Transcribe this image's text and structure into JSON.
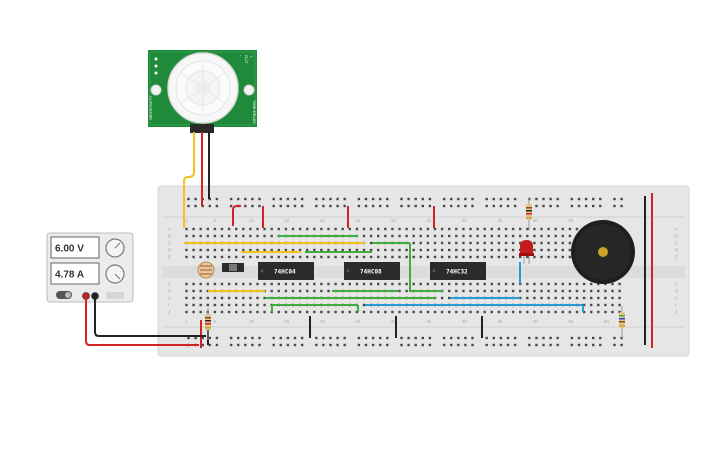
{
  "power_supply": {
    "voltage": "6.00 V",
    "current": "4.78 A"
  },
  "pir_sensor": {
    "left_label": "SENSITIVITY",
    "right_label": "TIME-DELAY",
    "pin_labels": [
      "+",
      "OUT",
      "-"
    ]
  },
  "chips": [
    {
      "label": "74HC04"
    },
    {
      "label": "74HC08"
    },
    {
      "label": "74HC32"
    }
  ],
  "breadboard": {
    "column_numbers": [
      "1",
      "5",
      "10",
      "15",
      "20",
      "25",
      "30",
      "35",
      "40",
      "45",
      "50",
      "55",
      "60"
    ],
    "row_letters_top": [
      "A",
      "B",
      "C",
      "D",
      "E"
    ],
    "row_letters_bottom": [
      "F",
      "G",
      "H",
      "I",
      "J"
    ]
  },
  "colors": {
    "breadboard": "#e6e6e6",
    "wire_red": "#d32222",
    "wire_black": "#222222",
    "wire_yellow": "#f2c218",
    "wire_green": "#3fae3f",
    "wire_blue": "#2a9ad6",
    "pir_board": "#1f8a3a",
    "chip": "#2b2b2b"
  }
}
